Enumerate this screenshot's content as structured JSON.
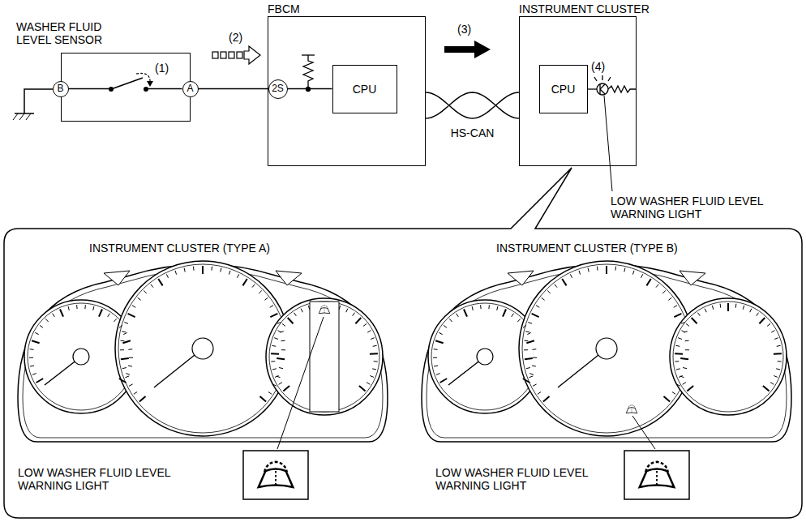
{
  "diagram": {
    "nodes": [
      {
        "text": [
          "WASHER FLUID LEVEL SENSOR"
        ]
      },
      {
        "text": [
          "B"
        ],
        "in": 0
      },
      {
        "text": [
          "A"
        ],
        "in": 0
      },
      {
        "text": [
          "FBCM"
        ]
      },
      {
        "text": [
          "2S"
        ],
        "in": 3
      },
      {
        "text": [
          "CPU"
        ],
        "in": 3
      },
      {
        "text": [
          "INSTRUMENT CLUSTER"
        ]
      },
      {
        "text": [
          "CPU"
        ],
        "in": 6
      },
      {
        "text": [
          "INSTRUMENT CLUSTER (TYPE A)",
          "INSTRUMENT CLUSTER (TYPE B)",
          "LOW WASHER FLUID LEVEL WARNING LIGHT",
          "LOW WASHER FLUID LEVEL WARNING LIGHT"
        ]
      }
    ],
    "edges": [
      {
        "from": 1,
        "to": 2,
        "arrow": "none"
      },
      {
        "from": 2,
        "to": 4,
        "arrow": "none"
      },
      {
        "from": 4,
        "to": 5,
        "arrow": "none"
      },
      {
        "from": 3,
        "to": 6,
        "label": "HS-CAN",
        "arrow": "none"
      }
    ],
    "labels": [
      "(1)",
      "(2)",
      "(3)",
      "(4)",
      "LOW WASHER FLUID LEVEL WARNING LIGHT"
    ]
  }
}
